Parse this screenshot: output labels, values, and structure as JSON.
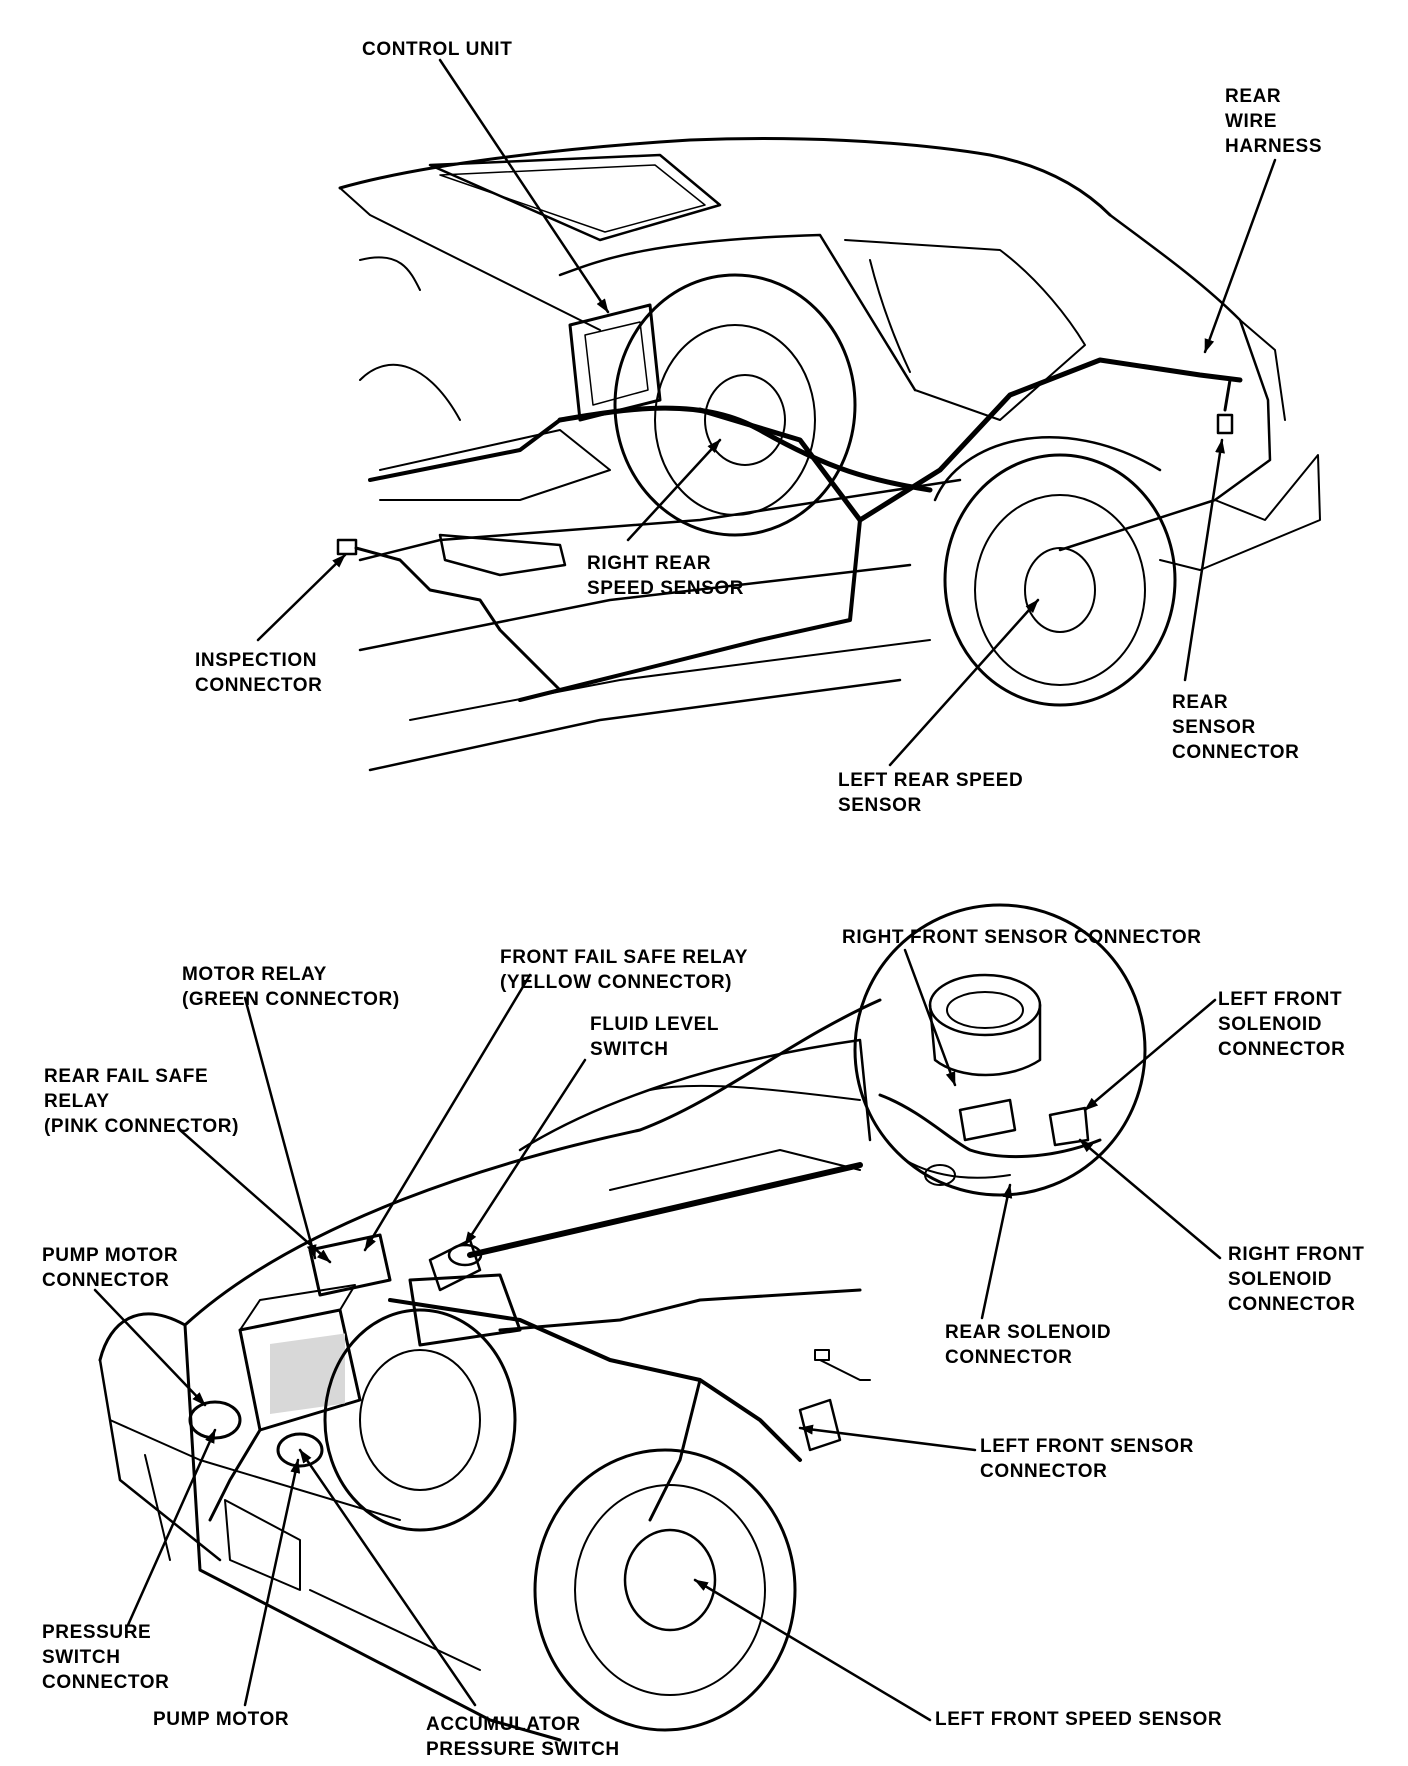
{
  "rear_view": {
    "labels": {
      "control_unit": [
        "CONTROL UNIT"
      ],
      "rear_wire_harness": [
        "REAR",
        "WIRE",
        "HARNESS"
      ],
      "right_rear_speed_sensor": [
        "RIGHT REAR",
        "SPEED SENSOR"
      ],
      "inspection_connector": [
        "INSPECTION",
        "CONNECTOR"
      ],
      "rear_sensor_connector": [
        "REAR",
        "SENSOR",
        "CONNECTOR"
      ],
      "left_rear_speed_sensor": [
        "LEFT REAR SPEED",
        "SENSOR"
      ]
    }
  },
  "front_view": {
    "labels": {
      "motor_relay": [
        "MOTOR RELAY",
        "(GREEN CONNECTOR)"
      ],
      "front_fail_safe_relay": [
        "FRONT FAIL SAFE RELAY",
        "(YELLOW CONNECTOR)"
      ],
      "fluid_level_switch": [
        "FLUID LEVEL",
        "SWITCH"
      ],
      "rear_fail_safe_relay": [
        "REAR FAIL SAFE",
        "RELAY",
        "(PINK CONNECTOR)"
      ],
      "pump_motor_connector": [
        "PUMP MOTOR",
        "CONNECTOR"
      ],
      "left_front_sensor_connector": [
        "LEFT FRONT SENSOR",
        "CONNECTOR"
      ],
      "pressure_switch_connector": [
        "PRESSURE",
        "SWITCH",
        "CONNECTOR"
      ],
      "pump_motor": [
        "PUMP MOTOR"
      ],
      "accumulator_pressure_switch": [
        "ACCUMULATOR",
        "PRESSURE SWITCH"
      ],
      "left_front_speed_sensor": [
        "LEFT FRONT SPEED SENSOR"
      ]
    }
  },
  "detail_inset": {
    "labels": {
      "right_front_sensor_connector": [
        "RIGHT FRONT SENSOR CONNECTOR"
      ],
      "left_front_solenoid_connector": [
        "LEFT FRONT",
        "SOLENOID",
        "CONNECTOR"
      ],
      "right_front_solenoid_connector": [
        "RIGHT FRONT",
        "SOLENOID",
        "CONNECTOR"
      ],
      "rear_solenoid_connector": [
        "REAR SOLENOID",
        "CONNECTOR"
      ]
    }
  }
}
